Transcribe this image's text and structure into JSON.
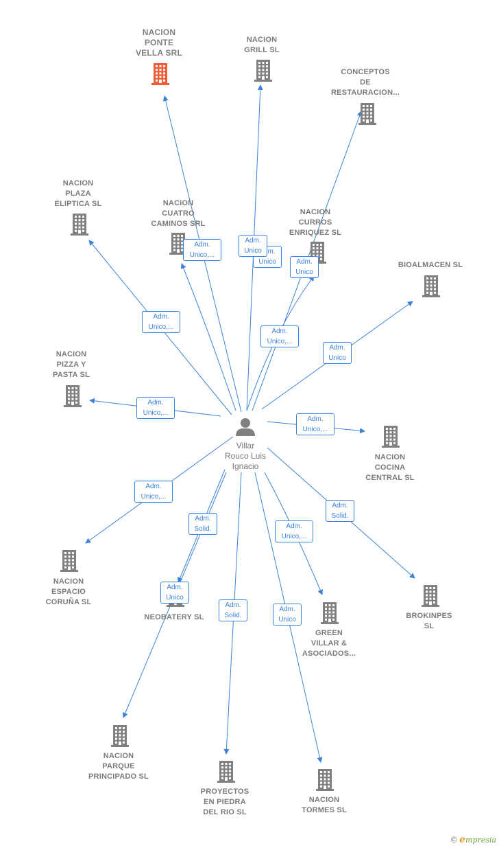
{
  "center": {
    "label": "Villar\nRouco Luis\nIgnacio",
    "icon": "person-icon"
  },
  "colors": {
    "edge": "#3b83d9",
    "node": "#808080",
    "highlight": "#ef5c35"
  },
  "nodes": [
    {
      "id": "ponte-vella",
      "label": "NACION\nPONTE\nVELLA SRL",
      "icon": "building-icon",
      "highlight": true
    },
    {
      "id": "grill",
      "label": "NACION\nGRILL SL",
      "icon": "building-icon"
    },
    {
      "id": "conceptos",
      "label": "CONCEPTOS\nDE\nRESTAURACION...",
      "icon": "building-icon"
    },
    {
      "id": "plaza-eliptica",
      "label": "NACION\nPLAZA\nELIPTICA  SL",
      "icon": "building-icon"
    },
    {
      "id": "cuatro-caminos",
      "label": "NACION\nCUATRO\nCAMINOS SRL",
      "icon": "building-icon"
    },
    {
      "id": "curros-enriquez",
      "label": "NACION\nCURROS\nENRIQUEZ  SL",
      "icon": "building-icon"
    },
    {
      "id": "bioalmacen",
      "label": "BIOALMACEN SL",
      "icon": "building-icon"
    },
    {
      "id": "pizza-pasta",
      "label": "NACION\nPIZZA Y\nPASTA SL",
      "icon": "building-icon"
    },
    {
      "id": "cocina-central",
      "label": "NACION\nCOCINA\nCENTRAL  SL",
      "icon": "building-icon"
    },
    {
      "id": "espacio-coruna",
      "label": "NACION\nESPACIO\nCORUÑA  SL",
      "icon": "building-icon"
    },
    {
      "id": "neobatery",
      "label": "NEOBATERY SL",
      "icon": "building-icon"
    },
    {
      "id": "green-villar",
      "label": "GREEN\nVILLAR &\nASOCIADOS...",
      "icon": "building-icon"
    },
    {
      "id": "brokinpes",
      "label": "BROKINPES\nSL",
      "icon": "building-icon"
    },
    {
      "id": "parque-principado",
      "label": "NACION\nPARQUE\nPRINCIPADO SL",
      "icon": "building-icon"
    },
    {
      "id": "proyectos-piedra",
      "label": "PROYECTOS\nEN PIEDRA\nDEL RIO  SL",
      "icon": "building-icon"
    },
    {
      "id": "tormes",
      "label": "NACION\nTORMES SL",
      "icon": "building-icon"
    }
  ],
  "edges": [
    {
      "to": "ponte-vella",
      "label": "Adm.\nUnico"
    },
    {
      "to": "grill",
      "label": "Adm.\nUnico"
    },
    {
      "to": "conceptos",
      "label": "Adm.\nUnico,..."
    },
    {
      "to": "plaza-eliptica",
      "label": "Adm.\nUnico,..."
    },
    {
      "to": "cuatro-caminos",
      "label": "Adm.\nUnico,..."
    },
    {
      "to": "curros-enriquez",
      "label": "Adm.\nUnico"
    },
    {
      "to": "bioalmacen",
      "label": "Adm.\nUnico"
    },
    {
      "to": "pizza-pasta",
      "label": "Adm.\nUnico,..."
    },
    {
      "to": "cocina-central",
      "label": "Adm.\nUnico,..."
    },
    {
      "to": "espacio-coruna",
      "label": "Adm.\nUnico,..."
    },
    {
      "to": "neobatery",
      "label": "Adm.\nSolid."
    },
    {
      "to": "green-villar",
      "label": "Adm.\nUnico,..."
    },
    {
      "to": "brokinpes",
      "label": "Adm.\nSolid."
    },
    {
      "to": "parque-principado",
      "label": "Adm.\nUnico"
    },
    {
      "to": "proyectos-piedra",
      "label": "Adm.\nSolid."
    },
    {
      "to": "tormes",
      "label": "Adm.\nUnico"
    }
  ],
  "footer": {
    "copyright": "©",
    "brand_initial": "e",
    "brand_rest": "mpresia"
  }
}
